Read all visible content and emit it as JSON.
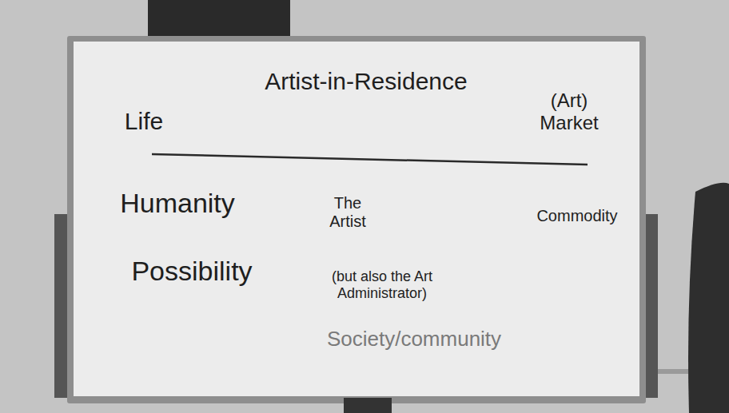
{
  "diagram": {
    "title": "Artist-in-Residence",
    "labels": [
      "Life",
      "(Art) Market",
      "Humanity",
      "The Artist",
      "Commodity",
      "Possibility",
      "(but also the Art Administrator)",
      "Society/community"
    ]
  }
}
